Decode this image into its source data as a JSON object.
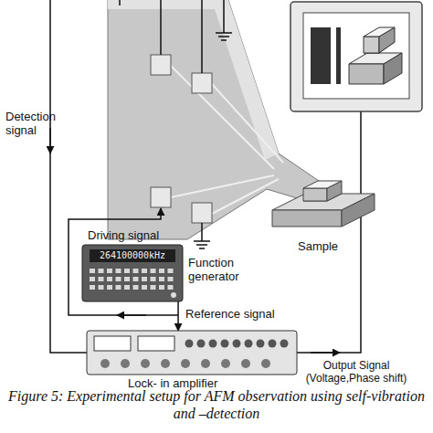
{
  "diagram": {
    "caption": "Figure 5: Experimental setup for AFM observation using self-vibration and –detection",
    "nodes": [
      {
        "text": [
          "264100000kHz",
          "Function generator"
        ]
      },
      {
        "text": [
          "Lock- in amplifier"
        ]
      },
      {
        "text": [
          "Sample"
        ]
      }
    ],
    "edges": [
      {
        "from": 0,
        "to": 1,
        "label": "Reference signal",
        "arrow": "to"
      }
    ],
    "labels": [
      "Detection signal",
      "Driving signal",
      "Output Signal (Voltage,Phase shift)"
    ]
  }
}
